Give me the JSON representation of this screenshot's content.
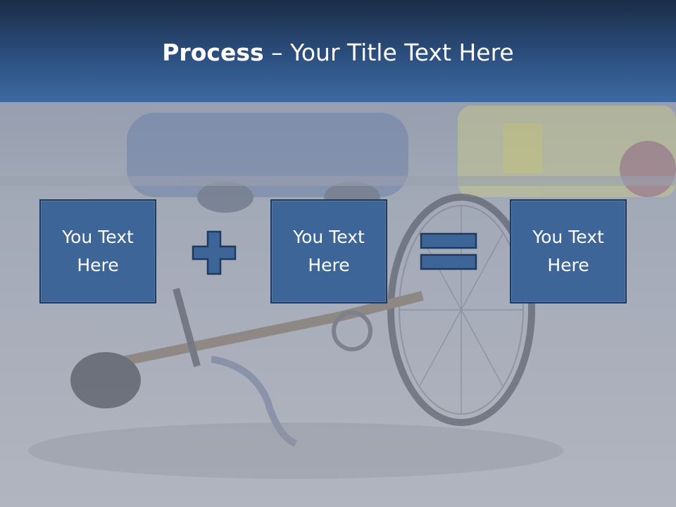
{
  "slide": {
    "title_bold": "Process",
    "title_rest": " – Your Title Text Here",
    "boxes": [
      {
        "text": "You Text Here"
      },
      {
        "text": "You Text Here"
      },
      {
        "text": "You Text Here"
      }
    ],
    "operators": [
      "plus-icon",
      "equals-icon"
    ],
    "background_image": "bicycle-accident-photo"
  },
  "colors": {
    "header_top": "#1b2c47",
    "header_bottom": "#3d6aa2",
    "box_fill": "#3d6597",
    "box_border": "#1e3a5f",
    "text": "#ffffff"
  }
}
